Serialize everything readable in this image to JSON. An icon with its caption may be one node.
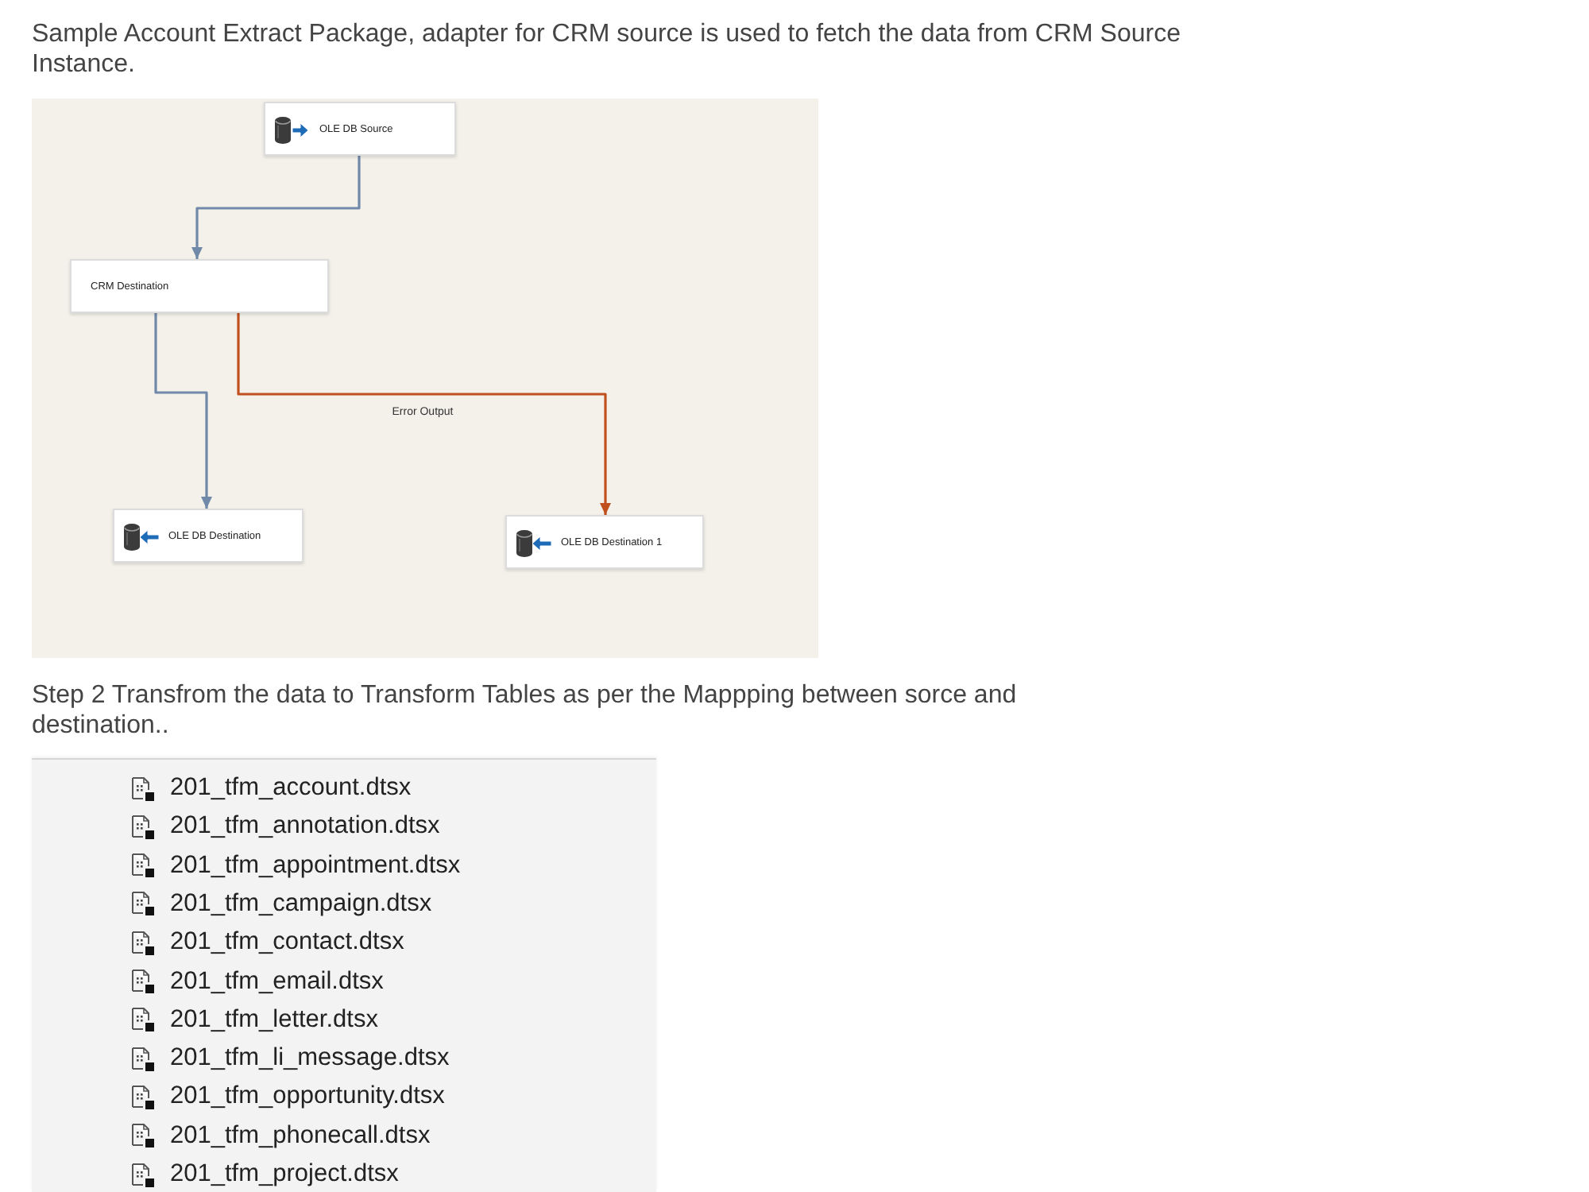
{
  "diagram": {
    "title": "Sample Account Extract Package, adapter for CRM source is used to fetch the data from CRM Source Instance.",
    "nodes": [
      {
        "text": [
          "OLE DB Source"
        ]
      },
      {
        "text": [
          "CRM Destination"
        ]
      },
      {
        "text": [
          "OLE DB Destination"
        ]
      },
      {
        "text": [
          "OLE DB Destination 1"
        ]
      },
      {
        "text": [
          "201_tfm_account.dtsx",
          "201_tfm_annotation.dtsx",
          "201_tfm_appointment.dtsx",
          "201_tfm_campaign.dtsx",
          "201_tfm_contact.dtsx",
          "201_tfm_email.dtsx",
          "201_tfm_letter.dtsx",
          "201_tfm_li_message.dtsx",
          "201_tfm_opportunity.dtsx",
          "201_tfm_phonecall.dtsx",
          "201_tfm_project.dtsx"
        ]
      }
    ],
    "edges": [
      {
        "from": 0,
        "to": 1,
        "arrow": "to"
      },
      {
        "from": 1,
        "to": 2,
        "arrow": "to"
      },
      {
        "from": 1,
        "to": 3,
        "arrow": "to",
        "label": "Error Output",
        "color": "#c0501e"
      }
    ],
    "labels": [
      "Step 2 Transfrom the data to Transform Tables as per the Mappping between sorce and destination.."
    ]
  }
}
